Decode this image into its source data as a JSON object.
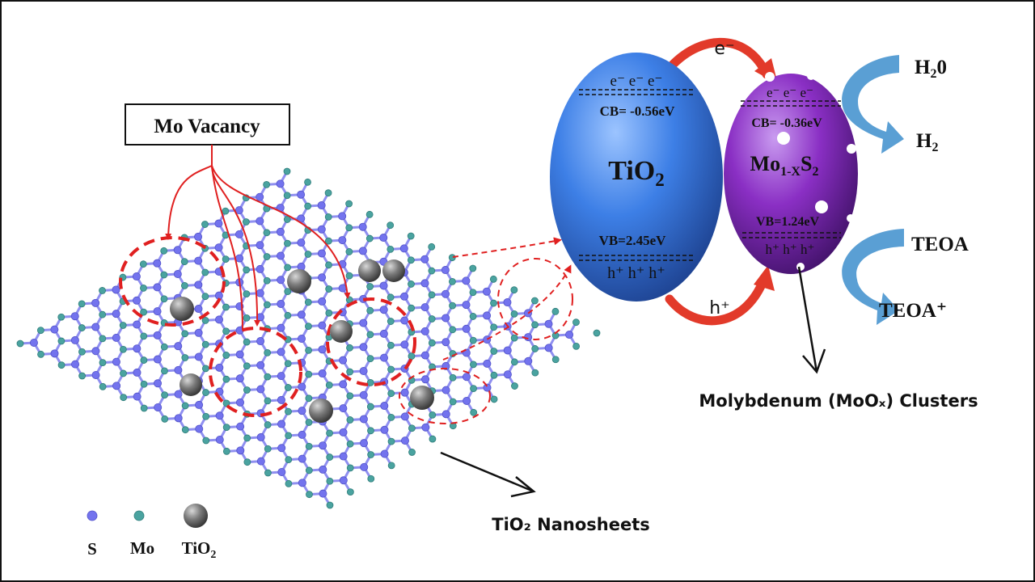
{
  "diagram": {
    "vacancy_label": "Mo Vacancy",
    "tio2_ellipse": {
      "electrons": "e⁻  e⁻  e⁻",
      "cb": "CB= -0.56eV",
      "material_main": "TiO",
      "material_sub": "2",
      "vb": "VB=2.45eV",
      "holes": "h⁺  h⁺  h⁺"
    },
    "mos2_ellipse": {
      "electrons": "e⁻  e⁻  e⁻",
      "cb": "CB= -0.36eV",
      "material_main": "Mo",
      "material_sub1": "1-X",
      "material_s": "S",
      "material_sub2": "2",
      "vb": "VB=1.24eV",
      "holes": "h⁺  h⁺  h⁺"
    },
    "electron_transfer": "e⁻",
    "hole_transfer": "h⁺",
    "h2o": "H",
    "h2o_sub": "2",
    "h2o_tail": "0",
    "h2": "H",
    "h2_sub": "2",
    "teoa": "TEOA",
    "teoa_plus": "TEOA⁺",
    "clusters_caption": "Molybdenum (MoOₓ) Clusters",
    "nanosheets_caption": "TiO₂ Nanosheets",
    "legend": [
      {
        "label": "S"
      },
      {
        "label": "Mo"
      },
      {
        "label": "TiO",
        "sub": "2"
      }
    ],
    "colors": {
      "tio2_blue": "#3d7fe6",
      "mos2_purple": "#8a2fc4",
      "s_atom": "#7373ee",
      "mo_atom": "#4aa3a0",
      "tio2_atom": "#7c7c7c",
      "accent_red": "#e02020",
      "arrow_blue": "#5a9fd4"
    }
  }
}
